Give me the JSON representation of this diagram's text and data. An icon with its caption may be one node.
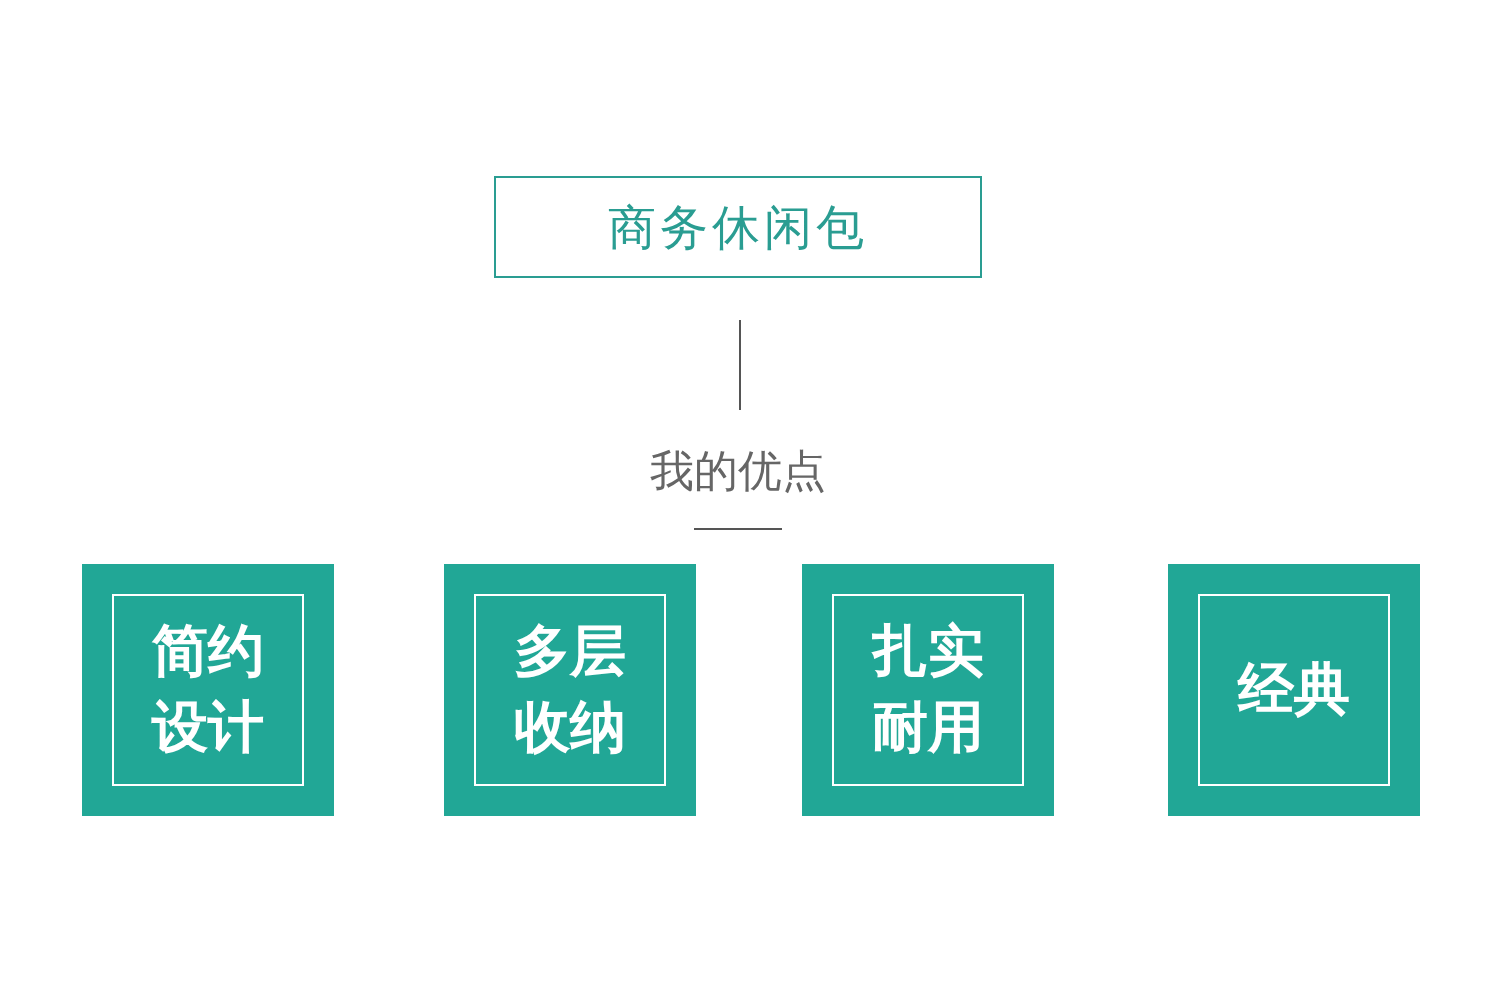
{
  "diagram": {
    "nodes": [
      {
        "text": [
          "商务休闲包"
        ]
      },
      {
        "text": [
          "简约设计"
        ]
      },
      {
        "text": [
          "多层收纳"
        ]
      },
      {
        "text": [
          "扎实耐用"
        ]
      },
      {
        "text": [
          "经典"
        ]
      }
    ],
    "labels": [
      "我的优点"
    ]
  }
}
